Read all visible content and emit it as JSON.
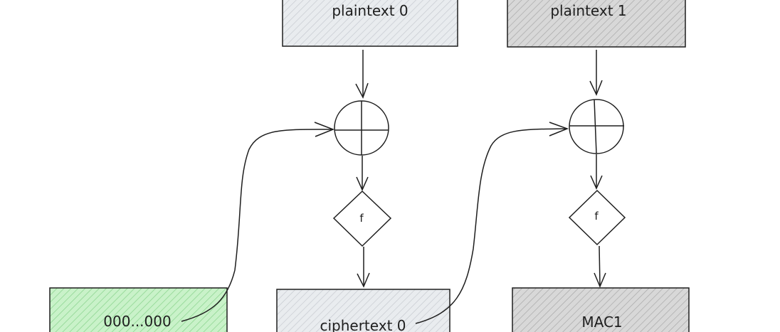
{
  "blocks": {
    "plaintext0": "plaintext 0",
    "plaintext1": "plaintext 1",
    "iv": "000...000",
    "ciphertext0": "ciphertext 0",
    "mac1": "MAC1"
  },
  "functions": {
    "f0": "f",
    "f1": "f"
  },
  "colors": {
    "stroke": "#1e1e1e",
    "box_light_fill": "#e9ecef",
    "box_dark_fill": "#cfcfcf",
    "iv_fill": "#b2f2bb",
    "hatch_light": "#c6cad0",
    "hatch_dark": "#a8a8a8",
    "hatch_green": "#8fd692"
  }
}
